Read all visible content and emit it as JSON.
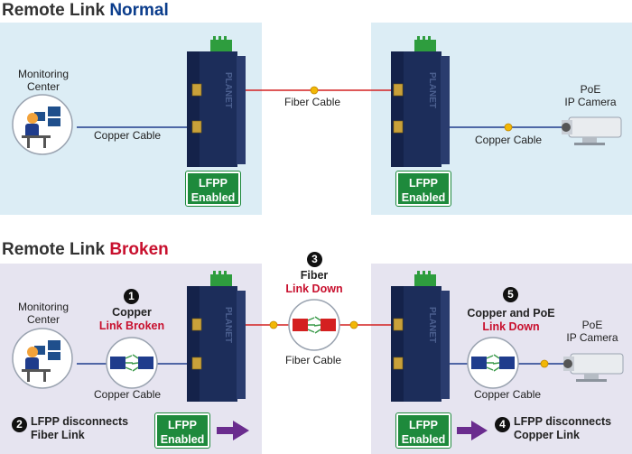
{
  "top": {
    "title_prefix": "Remote Link ",
    "title_state": "Normal",
    "monitoring_center": [
      "Monitoring",
      "Center"
    ],
    "copper_cable_left": "Copper Cable",
    "fiber_cable": "Fiber Cable",
    "copper_cable_right": "Copper Cable",
    "camera": [
      "PoE",
      "IP Camera"
    ],
    "lfpp_left": [
      "LFPP",
      "Enabled"
    ],
    "lfpp_right": [
      "LFPP",
      "Enabled"
    ]
  },
  "bottom": {
    "title_prefix": "Remote Link ",
    "title_state": "Broken",
    "monitoring_center": [
      "Monitoring",
      "Center"
    ],
    "step1": {
      "num": "1",
      "line1": "Copper",
      "line2": "Link Broken"
    },
    "copper_cable_left": "Copper Cable",
    "step2": {
      "num": "2",
      "line1": "LFPP disconnects",
      "line2": "Fiber Link"
    },
    "lfpp_left": [
      "LFPP",
      "Enabled"
    ],
    "step3": {
      "num": "3",
      "line1": "Fiber",
      "line2": "Link Down"
    },
    "fiber_cable": "Fiber Cable",
    "step5": {
      "num": "5",
      "line1": "Copper and PoE",
      "line2": "Link Down"
    },
    "camera": [
      "PoE",
      "IP Camera"
    ],
    "copper_cable_right": "Copper Cable",
    "lfpp_right": [
      "LFPP",
      "Enabled"
    ],
    "step4": {
      "num": "4",
      "line1": "LFPP disconnects",
      "line2": "Copper Link"
    }
  },
  "colors": {
    "normal": "#0b3d8c",
    "broken": "#c8102e",
    "panel_top": "#dcedf5",
    "panel_bottom": "#e6e4f0",
    "lfpp": "#1e8a3c",
    "fiber": "#d42020",
    "copper": "#1f3c8c",
    "arrow": "#6a2c8e"
  }
}
